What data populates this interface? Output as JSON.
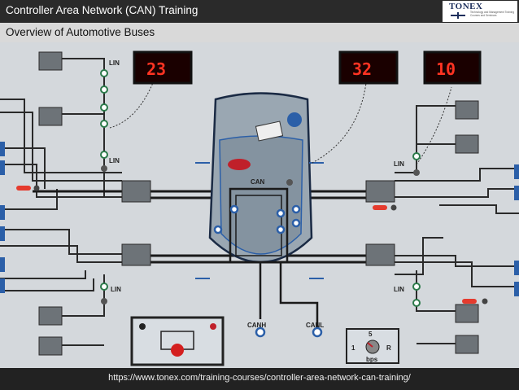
{
  "header": {
    "title": "Controller Area Network (CAN) Training",
    "logo_text": "TONEX",
    "logo_tagline": "Technology and Management Training Courses and Seminars"
  },
  "subheader": {
    "title": "Overview of Automotive Buses"
  },
  "diagram": {
    "labels": {
      "lin_top_left": "LIN",
      "lin_mid_left": "LIN",
      "lin_low_left": "LIN",
      "lin_right": "LIN",
      "lin_low_right": "LIN",
      "can": "CAN",
      "canh": "CANH",
      "canl": "CANL",
      "bps": "bps",
      "knob_left": "1",
      "knob_right": "R",
      "knob_top": "5"
    },
    "displays": {
      "left": "23",
      "middle": "32",
      "right": "10"
    },
    "colors": {
      "panel": "#d4d8dc",
      "display_bg": "#1a0000",
      "display_digits": "#ff3322",
      "car_body": "#9aa7b2",
      "port_blue": "#2b5fa8"
    }
  },
  "footer": {
    "url": "https://www.tonex.com/training-courses/controller-area-network-can-training/"
  }
}
